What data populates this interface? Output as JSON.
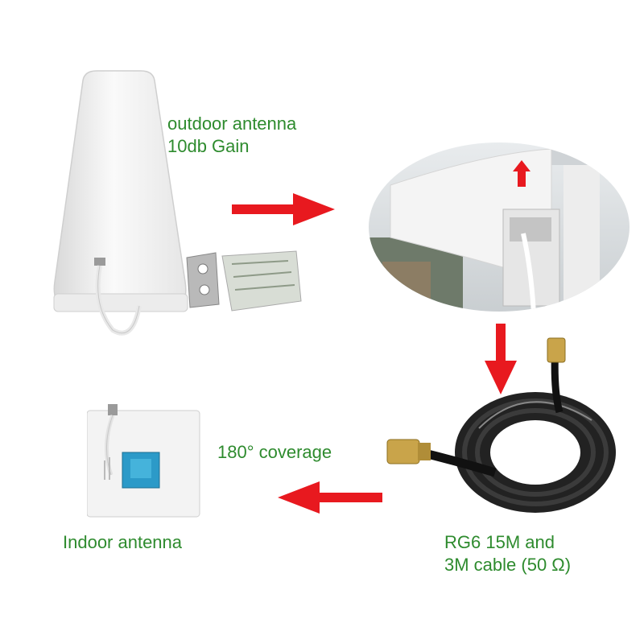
{
  "labels": {
    "outdoor_line1": "outdoor antenna",
    "outdoor_line2": "10db Gain",
    "coverage": "180° coverage",
    "indoor": "Indoor antenna",
    "cable_line1": "RG6 15M and",
    "cable_line2": "3M cable (50 Ω)"
  },
  "colors": {
    "label_text": "#2e8b2e",
    "arrow": "#e8191f",
    "antenna_body": "#f2f2f2"
  },
  "icons": {
    "arrows": [
      "arrow-right-icon",
      "arrow-down-icon",
      "arrow-left-icon"
    ]
  }
}
